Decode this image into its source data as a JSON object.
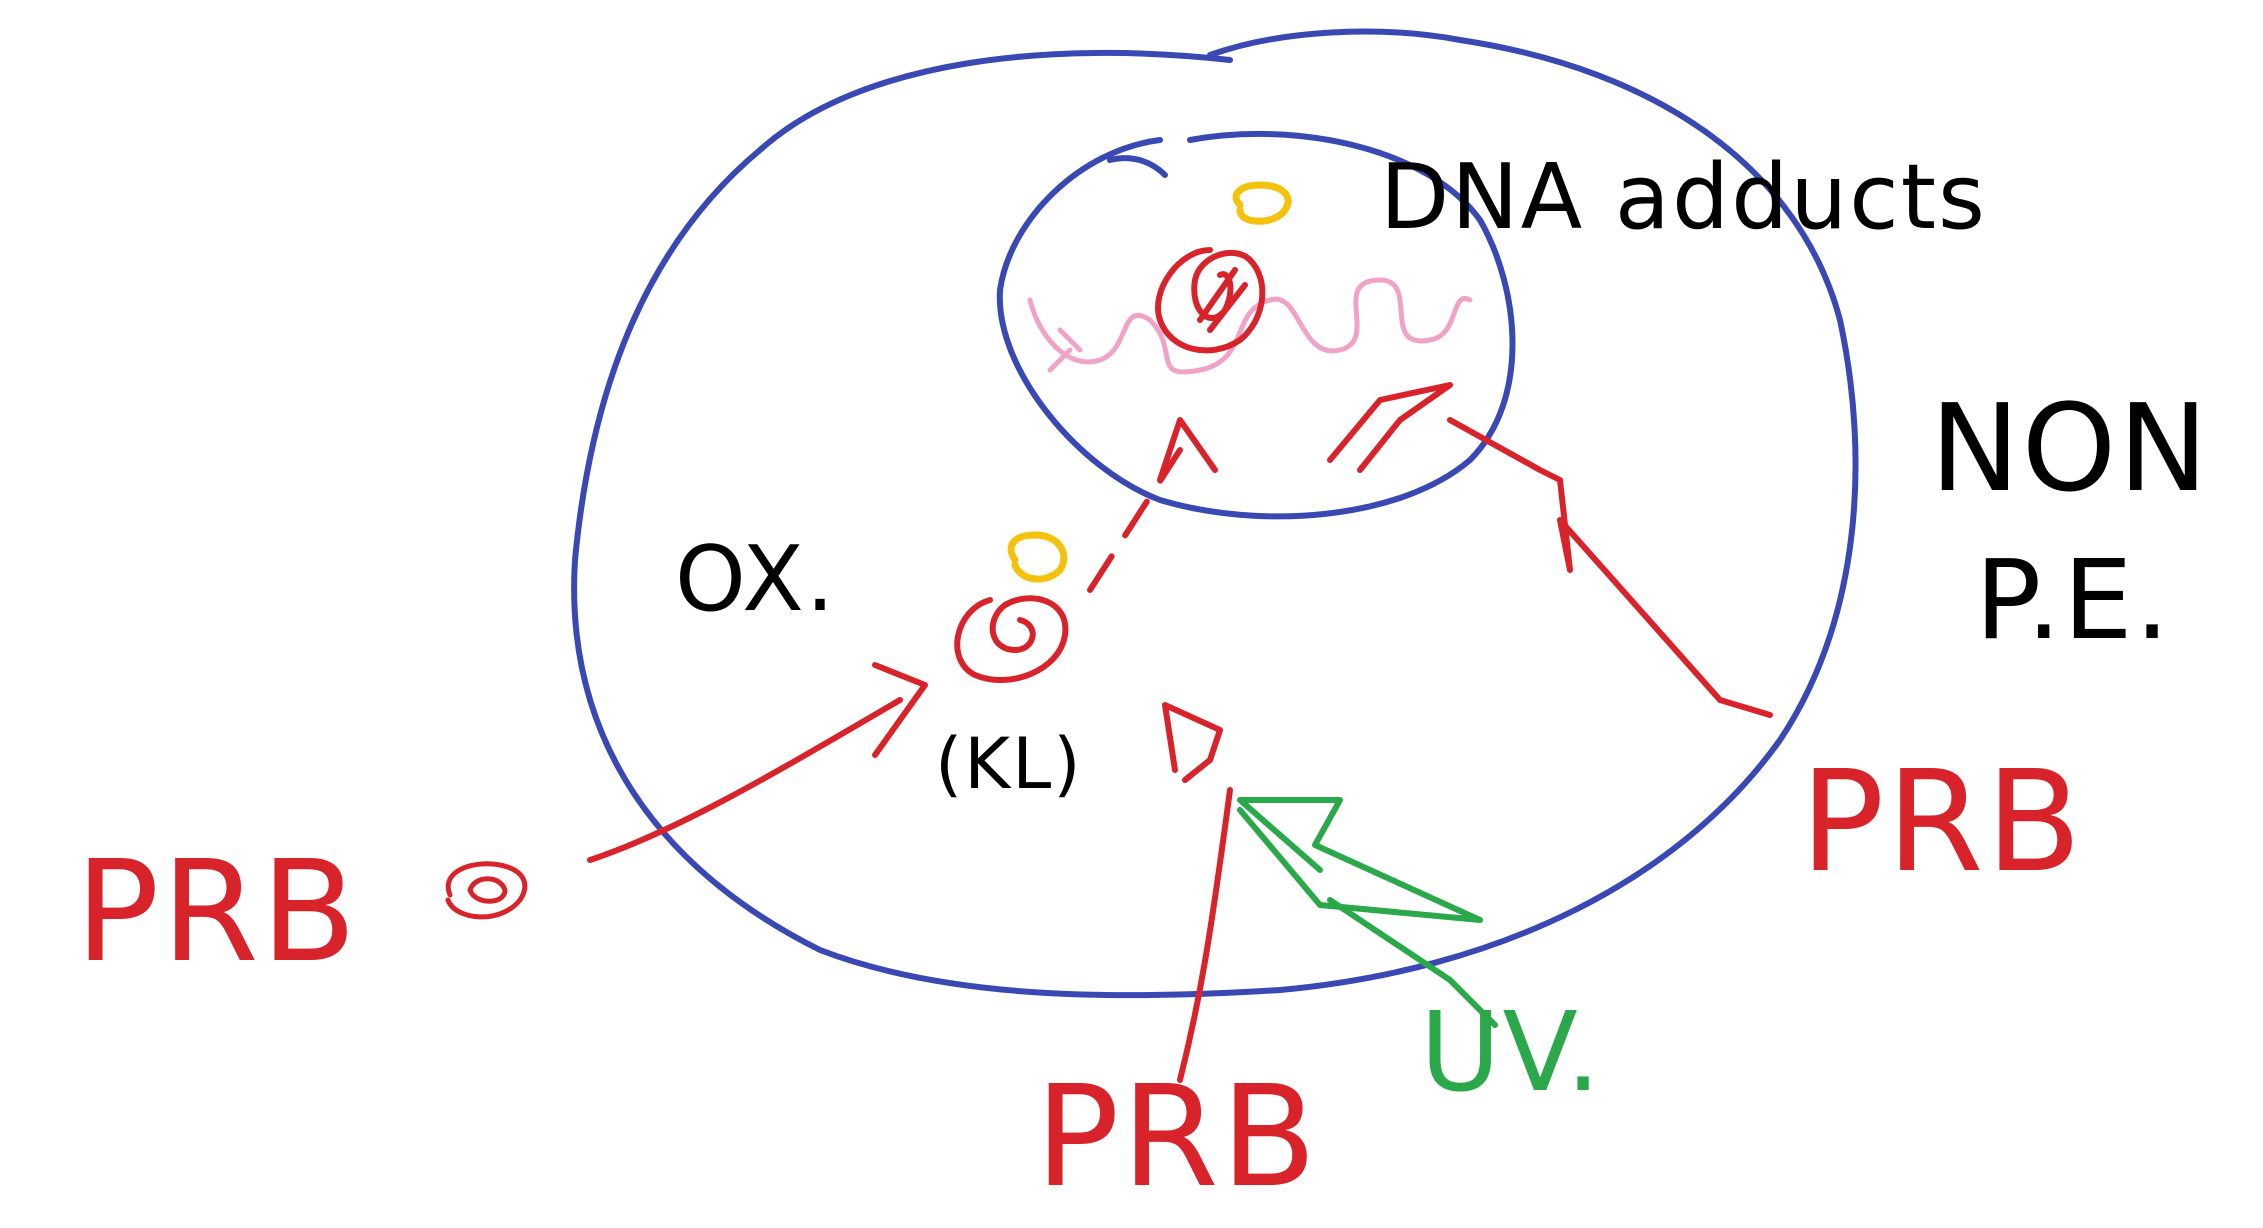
{
  "labels": {
    "dna_adducts": "DNA adducts",
    "non_pe_line1": "NON",
    "non_pe_line2": "P.E.",
    "ox": "OX.",
    "kl": "(KL)",
    "prb_left": "PRB",
    "prb_bottom": "PRB",
    "prb_right": "PRB",
    "uv": "UV."
  },
  "colors": {
    "cell_membrane": "#3a48b4",
    "nucleus_membrane": "#3a48b4",
    "dna_strand": "#f0a3c6",
    "prb_agent": "#d9232b",
    "adduct_marker": "#f4c20d",
    "uv_light": "#2aa84a",
    "text": "#000000"
  }
}
